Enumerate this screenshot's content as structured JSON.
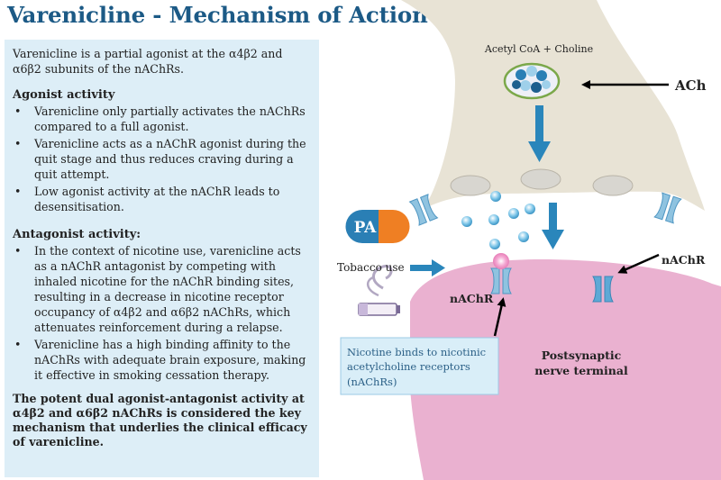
{
  "title": "Varenicline - Mechanism of Action",
  "intro": "Varenicline is a partial agonist at the α4β2 and α6β2 subunits of the nAChRs.",
  "agonist": {
    "heading": "Agonist activity",
    "bullets": [
      "Varenicline only partially activates the nAChRs compared to a full agonist.",
      "Varenicline acts as a nAChR agonist during the quit stage and thus reduces craving during a quit attempt.",
      "Low agonist activity at the nAChR leads to desensitisation."
    ]
  },
  "antagonist": {
    "heading": "Antagonist activity:",
    "bullets": [
      "In the context of nicotine use, varenicline acts as a nAChR antagonist by competing with inhaled nicotine for the nAChR binding sites, resulting in a decrease in nicotine receptor occupancy of α4β2 and α6β2 nAChRs, which attenuates reinforcement during a relapse.",
      "Varenicline has a high binding affinity to the nAChRs with adequate brain exposure, making it effective in smoking cessation therapy."
    ]
  },
  "conclusion": "The potent dual agonist-antagonist activity at α4β2 and α6β2 nAChRs is considered the key mechanism that underlies the clinical efficacy of varenicline.",
  "diagram": {
    "precursor_label": "Acetyl CoA + Choline",
    "ach_label": "ACh",
    "pill_label": "PA",
    "tobacco_label": "Tobacco use",
    "nachr_left_label": "nAChR",
    "nachr_right_label": "nAChR",
    "callout_lines": [
      "Nicotine binds to nicotinic",
      "acetylcholine receptors",
      "(nAChRs)"
    ],
    "post_lines": [
      "Postsynaptic",
      "nerve terminal"
    ],
    "colors": {
      "title": "#1c5a86",
      "panel": "#ddeef7",
      "presynaptic": "#e8e3d5",
      "postsynaptic": "#eab1d0",
      "arrow": "#2a86bb",
      "receptor": "#8fc3e0",
      "pill_blue": "#2a7fb5",
      "pill_orange": "#ef7f23",
      "vesicle_ring": "#7ba84a",
      "callout": "#d9eef8"
    }
  }
}
